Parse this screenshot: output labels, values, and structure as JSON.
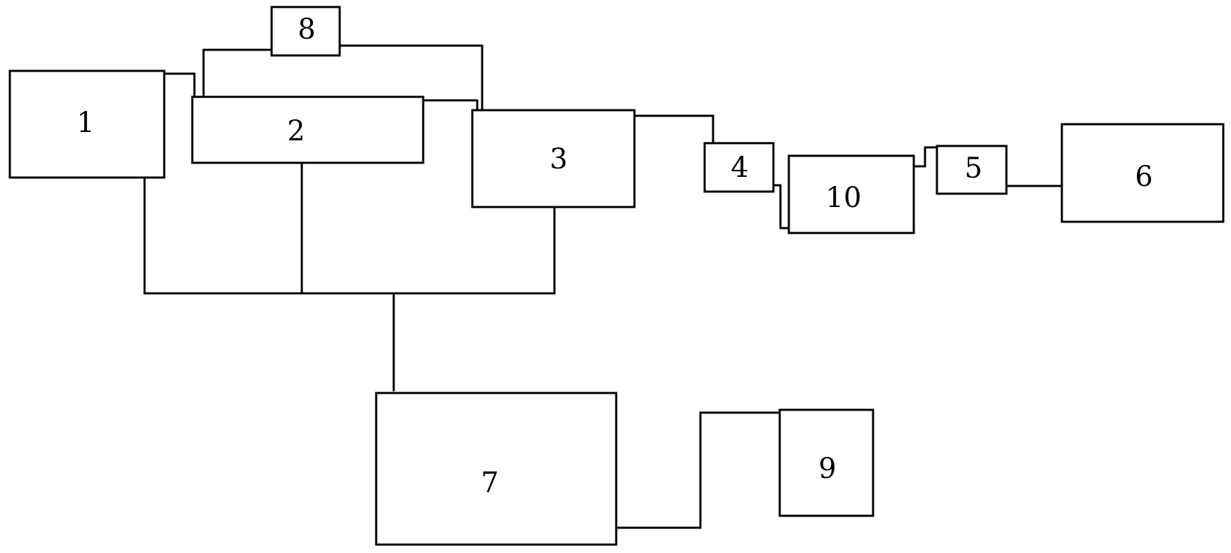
{
  "diagram": {
    "blocks": [
      {
        "id": "b1",
        "label": "1"
      },
      {
        "id": "b2",
        "label": "2"
      },
      {
        "id": "b3",
        "label": "3"
      },
      {
        "id": "b4",
        "label": "4"
      },
      {
        "id": "b5",
        "label": "5"
      },
      {
        "id": "b6",
        "label": "6"
      },
      {
        "id": "b7",
        "label": "7"
      },
      {
        "id": "b8",
        "label": "8"
      },
      {
        "id": "b9",
        "label": "9"
      },
      {
        "id": "b10",
        "label": "10"
      }
    ]
  }
}
